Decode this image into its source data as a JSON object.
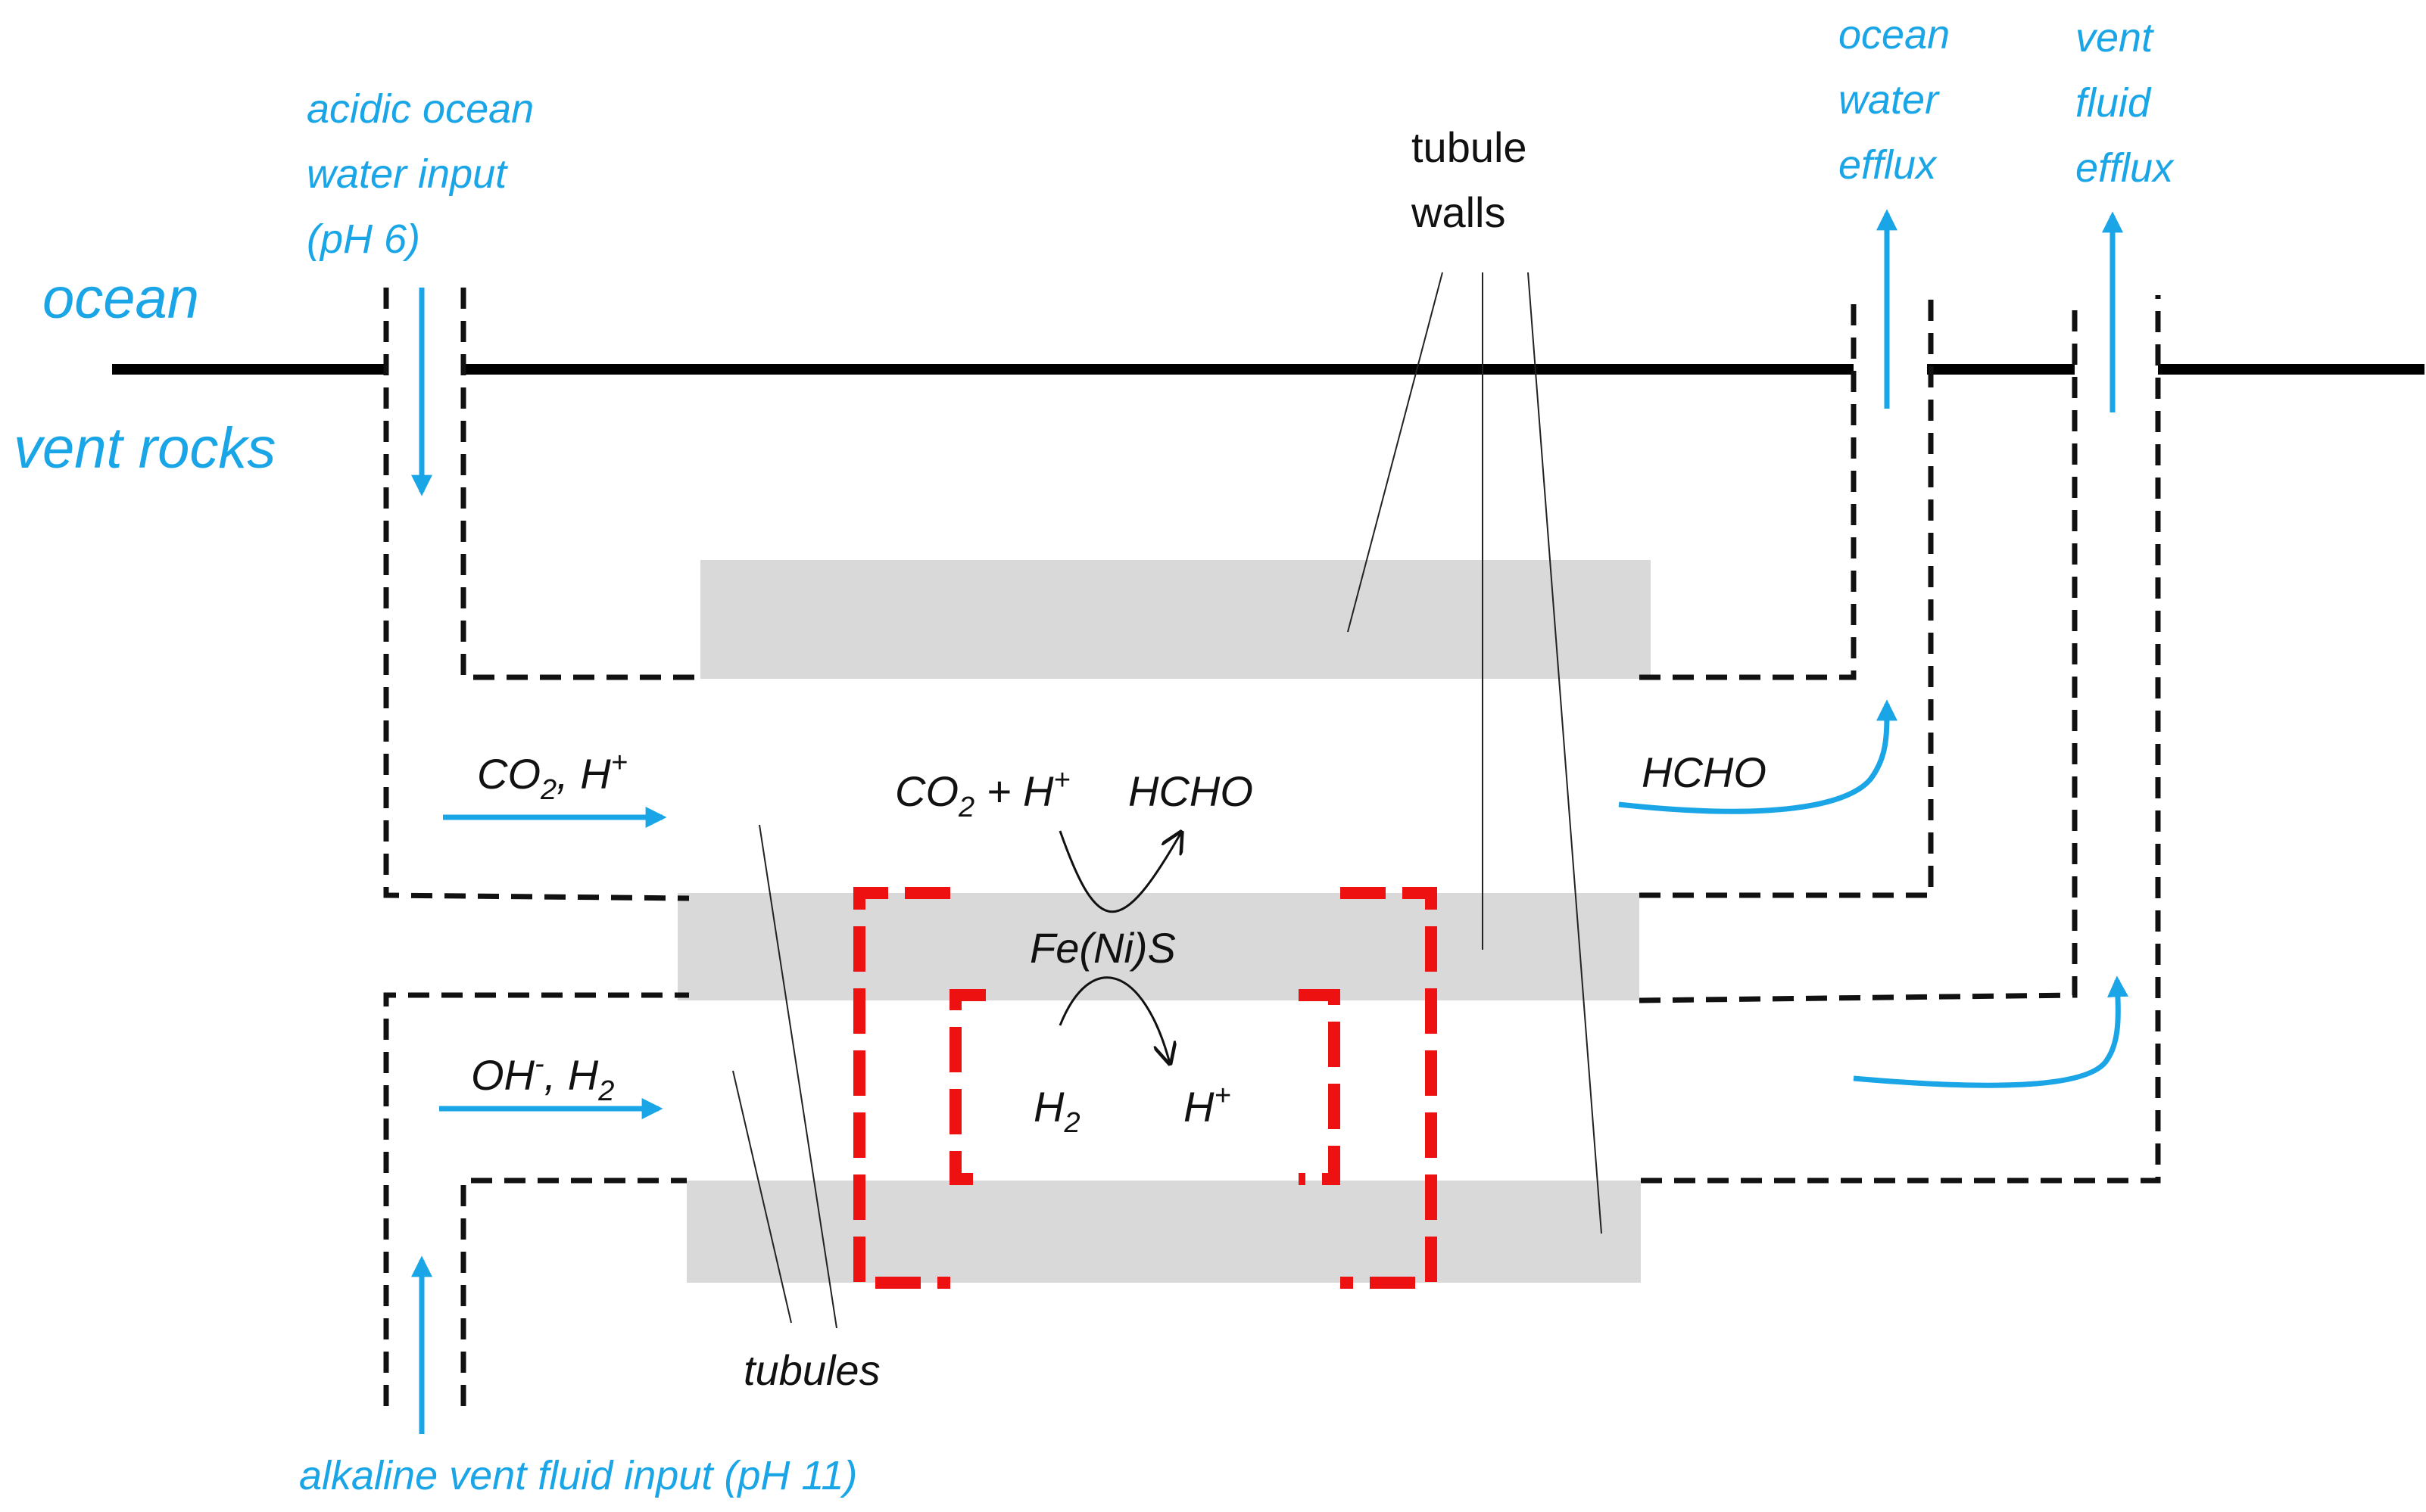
{
  "zones": {
    "ocean": "ocean",
    "vent_rocks": "vent rocks"
  },
  "inputs": {
    "acidic": [
      "acidic ocean",
      "water input",
      "(pH 6)"
    ],
    "alkaline": "alkaline vent fluid input (pH 11)"
  },
  "effluxes": {
    "ocean_water": [
      "ocean",
      "water",
      "efflux"
    ],
    "vent_fluid": [
      "vent",
      "fluid",
      "efflux"
    ]
  },
  "labels": {
    "tubule_walls": [
      "tubule",
      "walls"
    ],
    "tubules": "tubules",
    "upper_flow": {
      "a": "CO",
      "sub": "2",
      "b": ", H",
      "sup": "+"
    },
    "lower_flow": {
      "a": "OH",
      "sup": "-",
      "b": ", H",
      "sub": "2"
    },
    "hcho_out": "HCHO"
  },
  "reaction": {
    "reactant": {
      "a": "CO",
      "sub": "2",
      "b": " + H",
      "sup": "+"
    },
    "product": "HCHO",
    "catalyst": "Fe(Ni)S",
    "donor": {
      "a": "H",
      "sub": "2"
    },
    "donor_product": {
      "a": "H",
      "sup": "+"
    }
  },
  "colors": {
    "annotation_blue": "#1aa5e6",
    "wall_gray": "#d9d9d9",
    "highlight_red": "#ee1111"
  }
}
